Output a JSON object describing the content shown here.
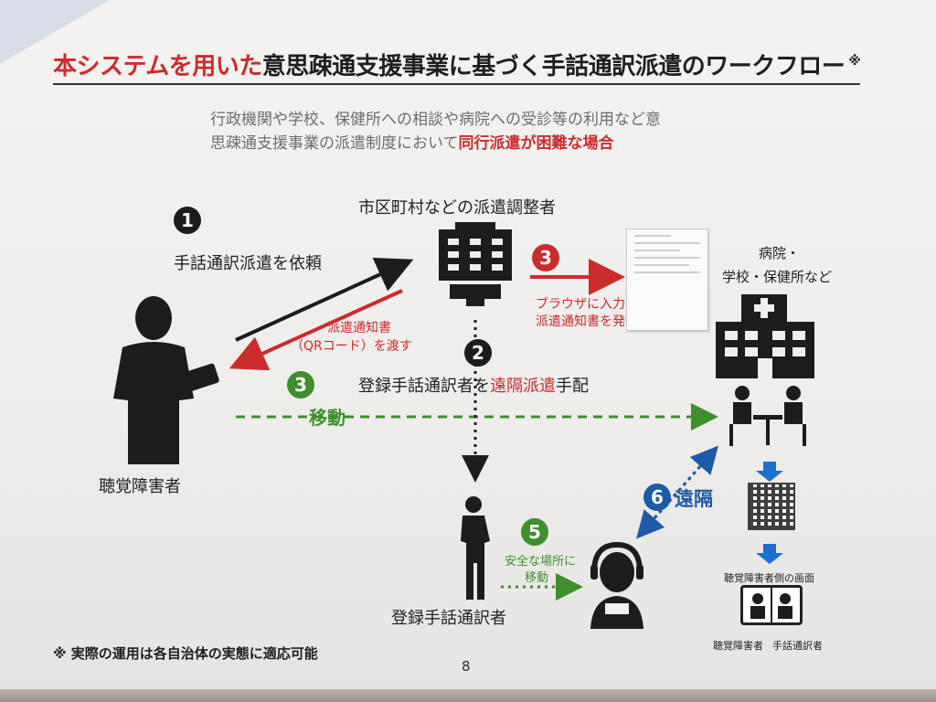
{
  "title": {
    "red_part": "本システムを用いた",
    "black_part": "意思疎通支援事業に基づく手話通訳派遣のワークフロー",
    "mark": "※"
  },
  "condition": {
    "line1": "行政機関や学校、保健所への相談や病院への受診等の利用など意",
    "line2_prefix": "思疎通支援事業の派遣制度において",
    "line2_highlight": "同行派遣が困難な場合"
  },
  "coordinator": {
    "label": "市区町村などの派遣調整者"
  },
  "steps": {
    "step1": {
      "num": "1",
      "label": "手話通訳派遣を依頼"
    },
    "notice": {
      "line1": "派遣通知書",
      "line2": "（QRコード）を渡す"
    },
    "step3_red": {
      "num": "3",
      "line1": "ブラウザに入力し",
      "line2": "派遣通知書を発行"
    },
    "step2": {
      "num": "2",
      "prefix": "登録手話通訳者を",
      "highlight": "遠隔派遣",
      "suffix": "手配"
    },
    "step3_green": {
      "num": "3",
      "label": "移動"
    },
    "step5": {
      "num": "5",
      "line1": "安全な場所に",
      "line2": "移動"
    },
    "step6": {
      "num": "6",
      "label": "遠隔"
    }
  },
  "hospital": {
    "line1": "病院・",
    "line2": "学校・保健所など"
  },
  "person": {
    "label": "聴覚障害者"
  },
  "interpreter": {
    "label": "登録手話通訳者"
  },
  "screen": {
    "label": "聴覚障害者側の画面",
    "left_caption": "聴覚障害者",
    "right_caption": "手話通訳者"
  },
  "footnote": "※ 実際の運用は各自治体の実態に適応可能",
  "page_number": "8",
  "colors": {
    "red": "#cc2b2b",
    "green": "#3f8f2d",
    "blue": "#1d5aa8",
    "black": "#1c1c1c"
  },
  "icons": [
    "deaf-person-with-tablet-icon",
    "office-building-icon",
    "hospital-icon",
    "meeting-table-icon",
    "qr-code-icon",
    "tablet-video-call-icon",
    "interpreter-standing-icon",
    "headset-interpreter-icon"
  ]
}
